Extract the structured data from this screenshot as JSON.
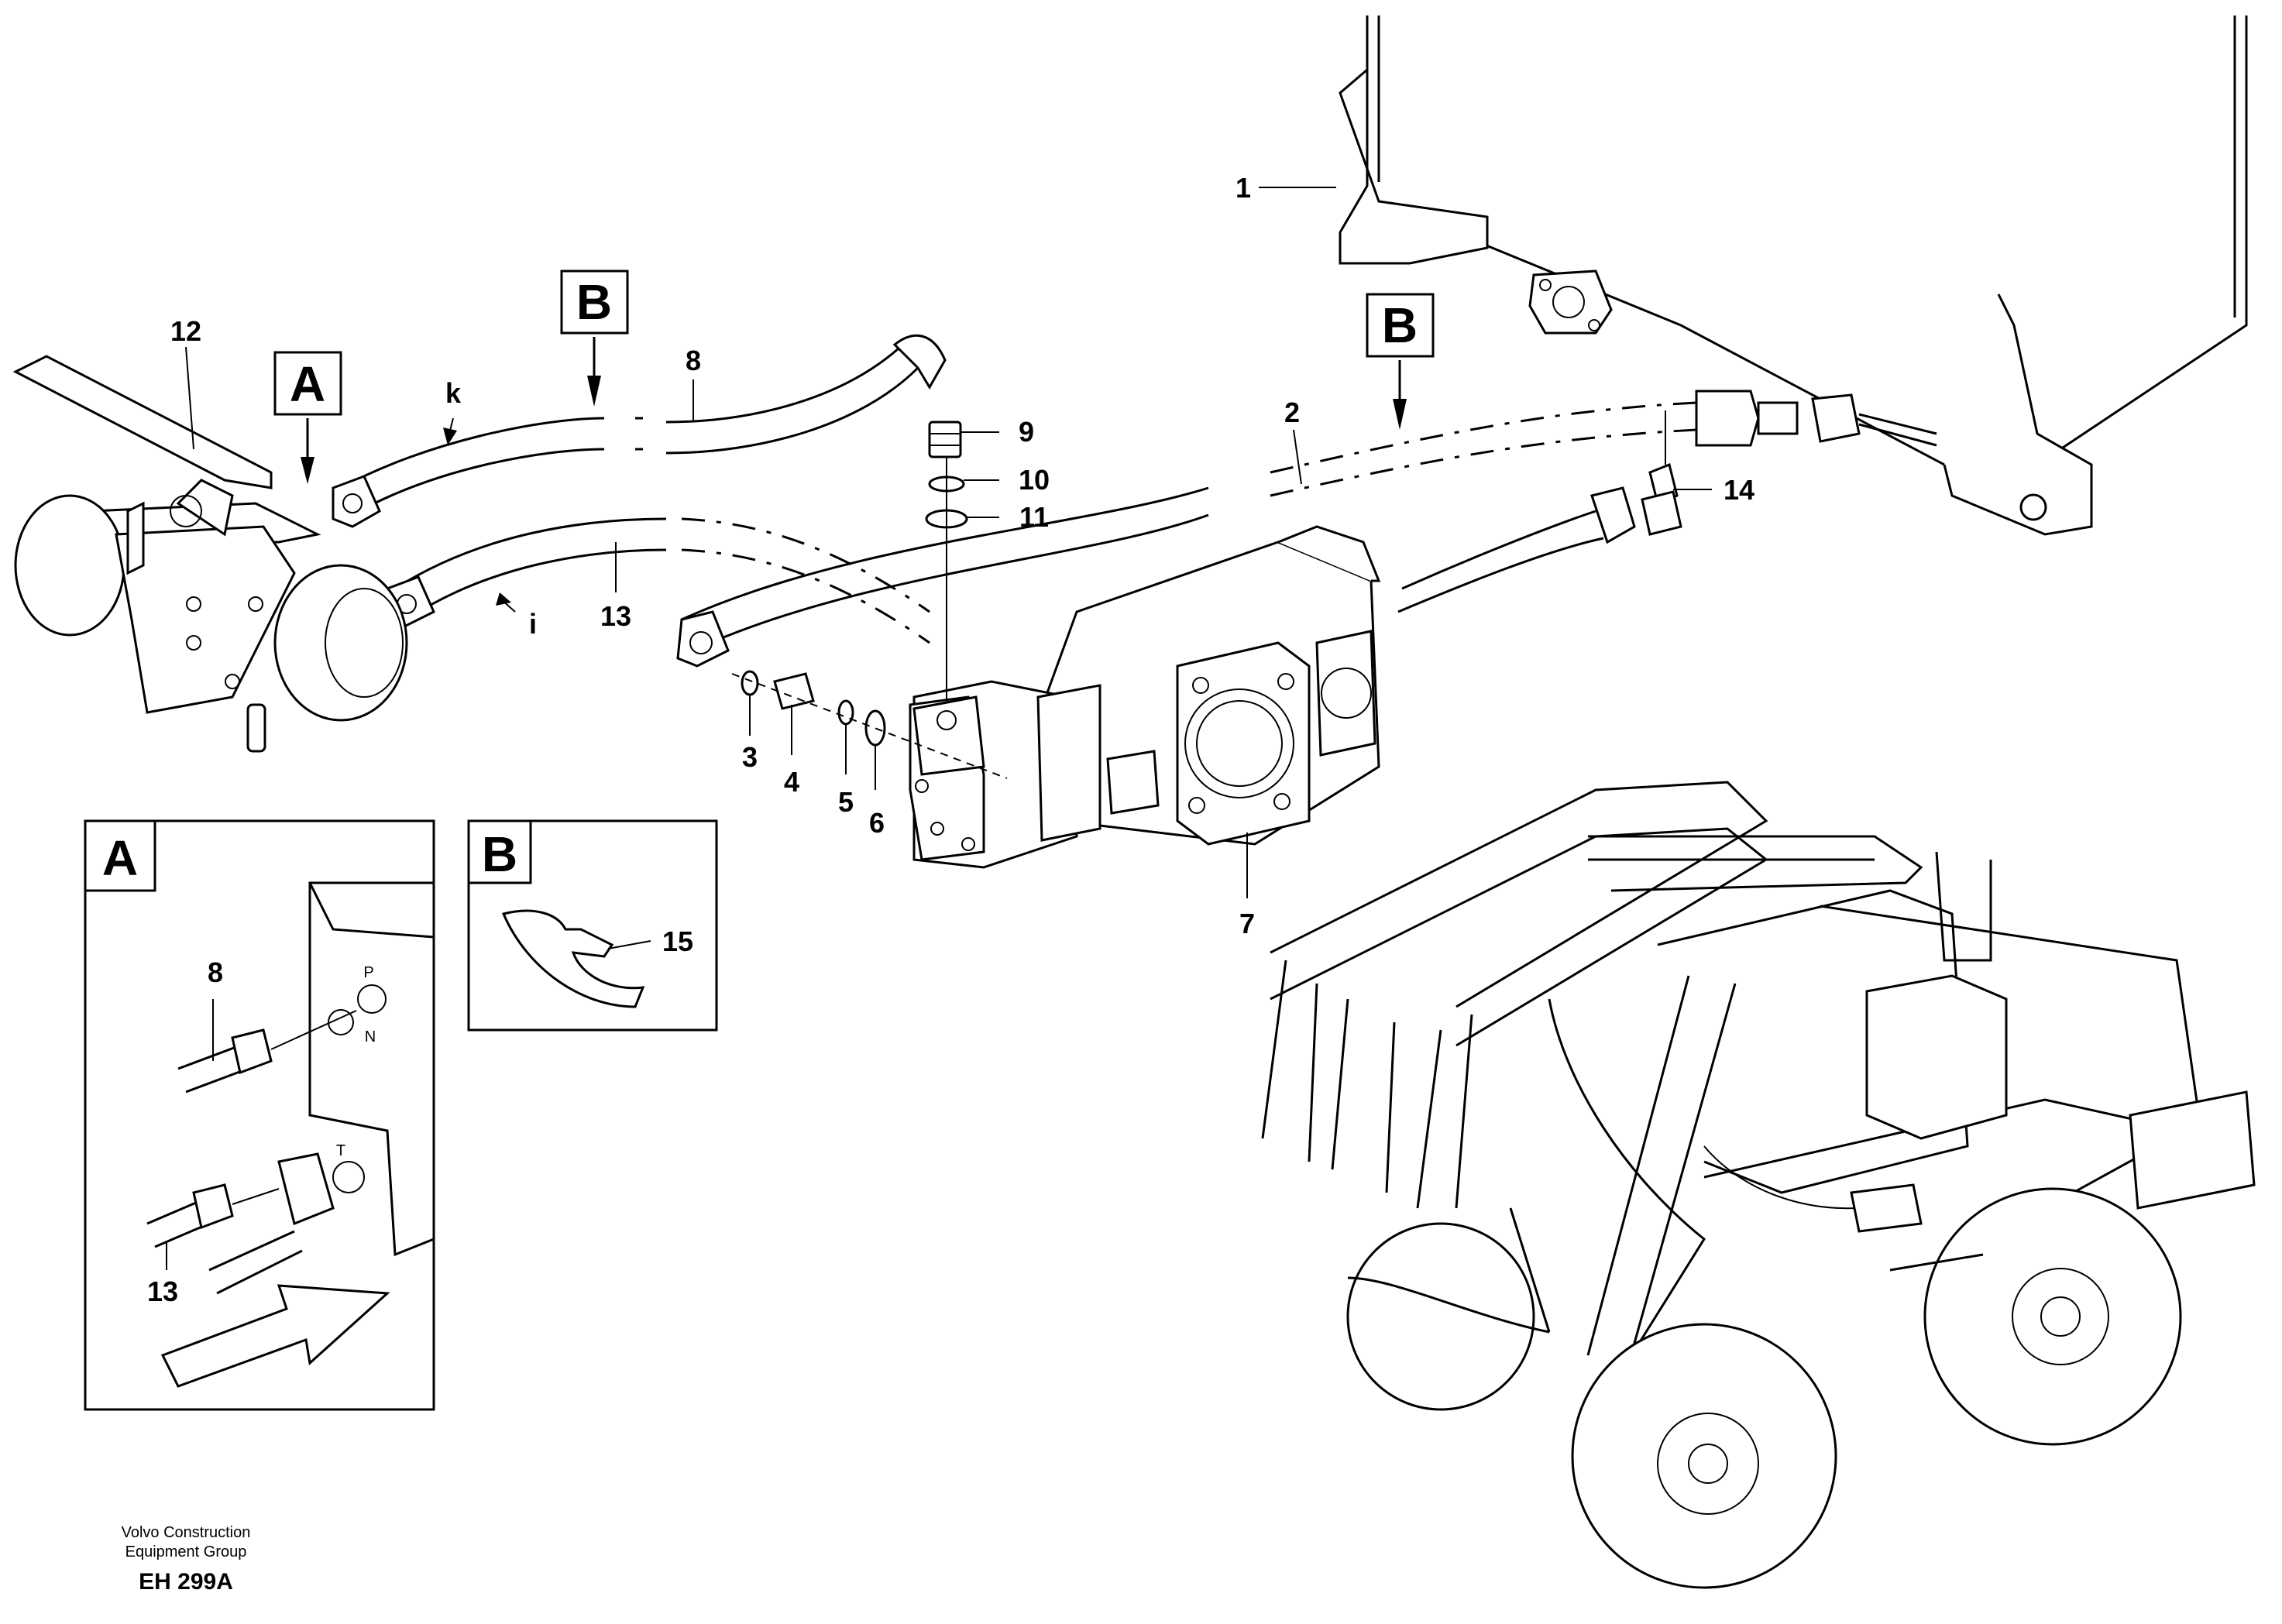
{
  "callouts": {
    "c1": "1",
    "c2": "2",
    "c3": "3",
    "c4": "4",
    "c5": "5",
    "c6": "6",
    "c7": "7",
    "c8": "8",
    "c9": "9",
    "c10": "10",
    "c11": "11",
    "c12": "12",
    "c13": "13",
    "c14": "14",
    "k": "k",
    "i": "i"
  },
  "section_markers": {
    "a_main": "A",
    "b_left": "B",
    "b_right": "B"
  },
  "detail_a": {
    "letter": "A",
    "label_8": "8",
    "label_13": "13",
    "port_p": "P",
    "port_n": "N",
    "port_t": "T"
  },
  "detail_b": {
    "letter": "B",
    "label_15": "15"
  },
  "footer": {
    "company_line1": "Volvo Construction",
    "company_line2": "Equipment Group",
    "code": "EH 299A"
  }
}
